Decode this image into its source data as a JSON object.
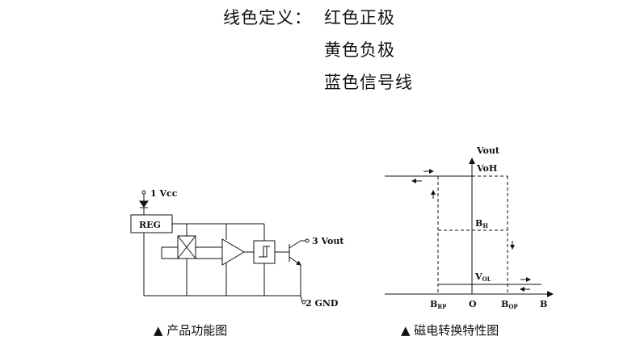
{
  "legend": {
    "title": "线色定义：",
    "red": "红色正极",
    "yellow": "黄色负极",
    "blue": "蓝色信号线"
  },
  "block_diagram": {
    "caption": "▲ 产品功能图",
    "pin1_label": "1 Vcc",
    "reg_label": "REG",
    "pin3_label": "3 Vout",
    "pin2_label": "2 GND"
  },
  "hysteresis": {
    "caption": "▲ 磁电转换特性图",
    "y_axis_label": "Vout",
    "voh_label": "VoH",
    "bh_main": "B",
    "bh_sub": "H",
    "vol_main": "V",
    "vol_sub": "OL",
    "brp_main": "B",
    "brp_sub": "RP",
    "origin_label": "O",
    "bop_main": "B",
    "bop_sub": "OP",
    "x_axis_label": "B"
  }
}
